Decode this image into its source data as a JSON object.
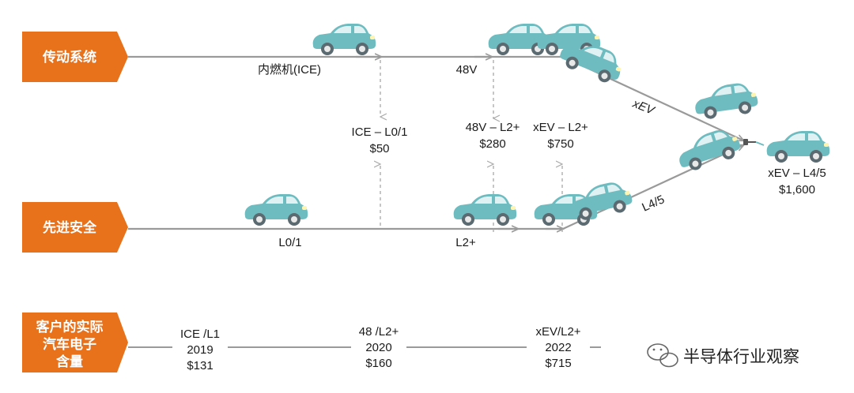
{
  "rows": {
    "powertrain": "传动系统",
    "adas": "先进安全",
    "content": [
      "客户的实际",
      "汽车电子",
      "含量"
    ]
  },
  "labels": {
    "ice": "内燃机(ICE)",
    "v48": "48V",
    "xev": "xEV",
    "l01": "L0/1",
    "l2p": "L2+",
    "l45": "L4/5"
  },
  "combos": {
    "ice_l01": {
      "name": "ICE – L0/1",
      "price": "$50"
    },
    "v48_l2": {
      "name": "48V – L2+",
      "price": "$280"
    },
    "xev_l2": {
      "name": "xEV – L2+",
      "price": "$750"
    },
    "final": {
      "name": "xEV – L4/5",
      "price": "$1,600"
    }
  },
  "timeline": [
    {
      "name": "ICE /L1",
      "year": "2019",
      "price": "$131"
    },
    {
      "name": "48 /L2+",
      "year": "2020",
      "price": "$160"
    },
    {
      "name": "xEV/L2+",
      "year": "2022",
      "price": "$715"
    }
  ],
  "watermark": "半导体行业观察",
  "colors": {
    "orange": "#E8721C",
    "teal": "#6FBCC0",
    "arrow": "#9a9a9a",
    "dashed": "#a8a8a8"
  }
}
